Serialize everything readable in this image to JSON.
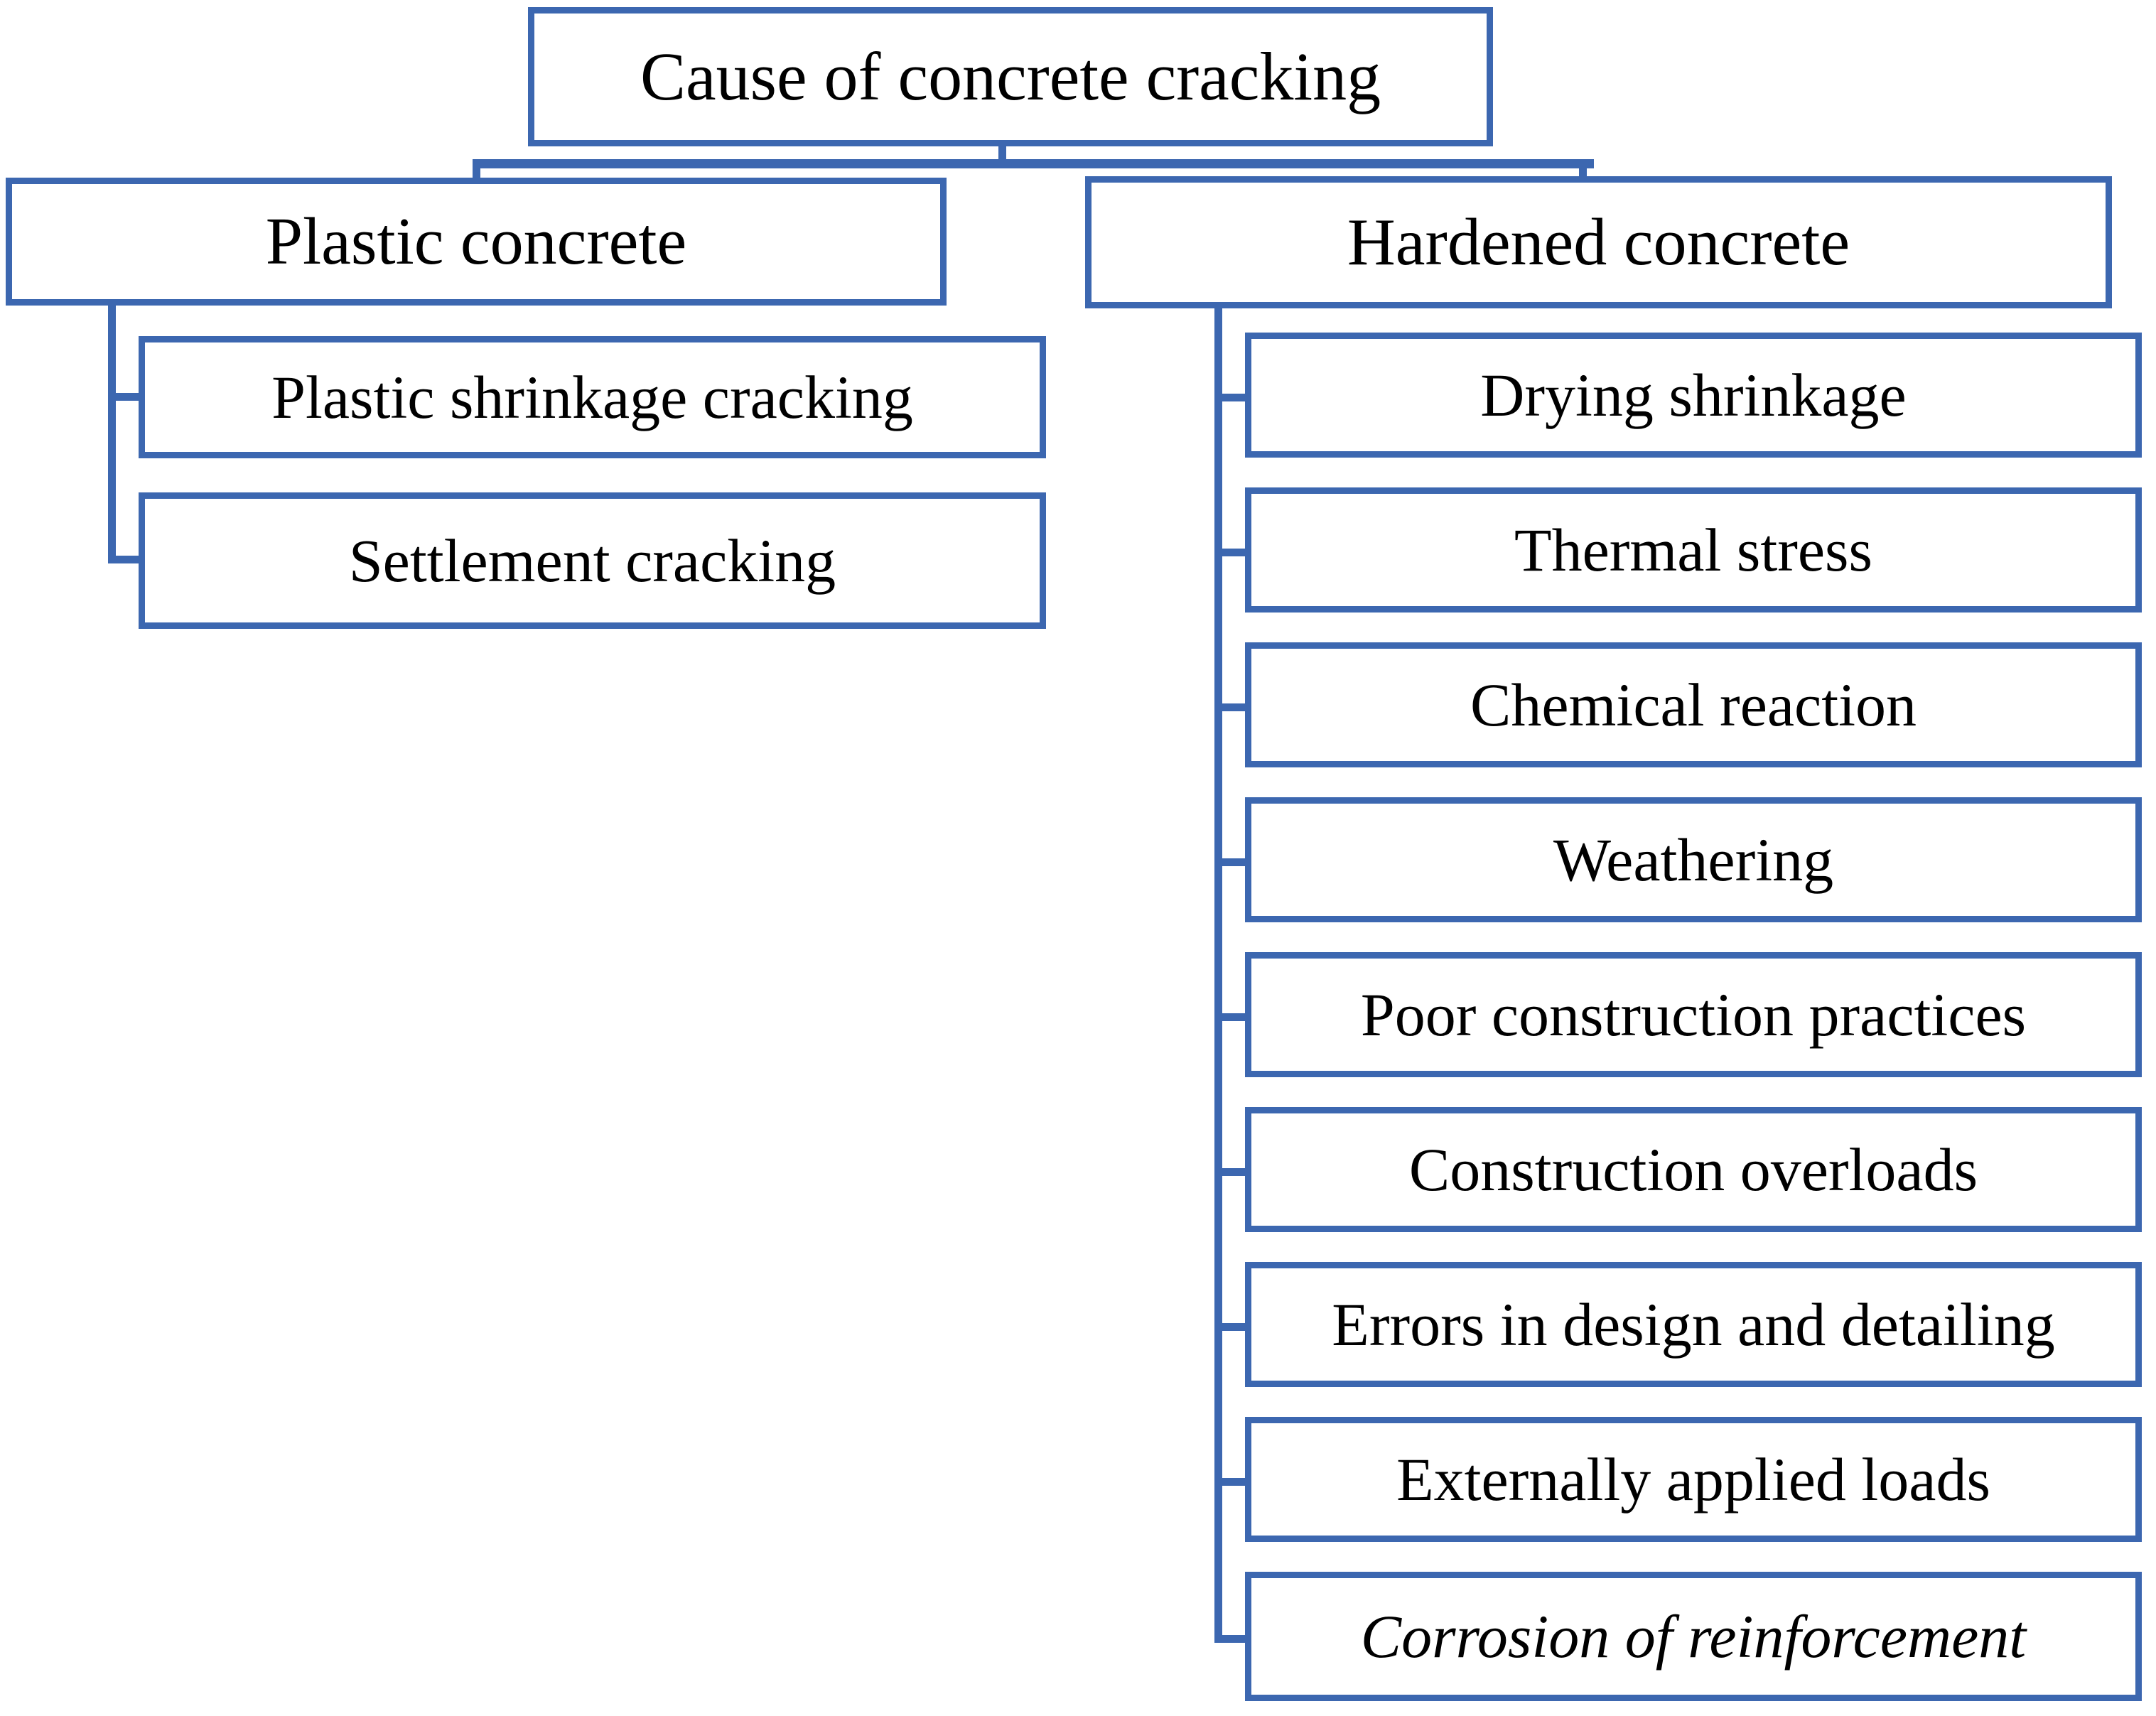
{
  "diagram": {
    "title": "Cause of concrete cracking",
    "type": "hierarchy-tree",
    "accent_color": "#3c67b0",
    "background_color": "#ffffff",
    "text_color": "#000000",
    "root": {
      "label": "Cause of concrete cracking"
    },
    "branches": [
      {
        "id": "plastic",
        "label": "Plastic concrete",
        "children": [
          {
            "id": "plastic-shrinkage-cracking",
            "label": "Plastic shrinkage cracking",
            "style": "normal"
          },
          {
            "id": "settlement-cracking",
            "label": "Settlement cracking",
            "style": "normal"
          }
        ]
      },
      {
        "id": "hardened",
        "label": "Hardened concrete",
        "children": [
          {
            "id": "drying-shrinkage",
            "label": "Drying shrinkage",
            "style": "normal"
          },
          {
            "id": "thermal-stress",
            "label": "Thermal stress",
            "style": "normal"
          },
          {
            "id": "chemical-reaction",
            "label": "Chemical reaction",
            "style": "normal"
          },
          {
            "id": "weathering",
            "label": "Weathering",
            "style": "normal"
          },
          {
            "id": "poor-construction-practices",
            "label": "Poor construction practices",
            "style": "normal"
          },
          {
            "id": "construction-overloads",
            "label": "Construction overloads",
            "style": "normal"
          },
          {
            "id": "errors-in-design-and-detailing",
            "label": "Errors in design and detailing",
            "style": "normal"
          },
          {
            "id": "externally-applied-loads",
            "label": "Externally applied loads",
            "style": "normal"
          },
          {
            "id": "corrosion-of-reinforcement",
            "label": "Corrosion of reinforcement",
            "style": "italic"
          }
        ]
      }
    ]
  }
}
